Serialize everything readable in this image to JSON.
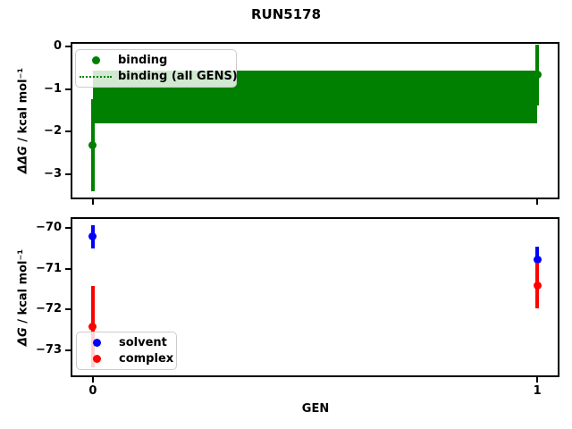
{
  "figure": {
    "title": "RUN5178",
    "xlabel": "GEN",
    "background": "#ffffff"
  },
  "colors": {
    "binding": "#008000",
    "solvent": "#0000ff",
    "complex": "#ff0000",
    "axes": "#000000",
    "legend_border": "#cccccc"
  },
  "chart_data": [
    {
      "type": "scatter",
      "subplot": "top",
      "ylabel_var": "ΔΔG",
      "ylabel_unit": " / kcal mol⁻¹",
      "xlabel": "",
      "xlim": [
        -0.05,
        1.05
      ],
      "ylim": [
        -3.59,
        0.105
      ],
      "yticks": [
        0,
        -1,
        -2,
        -3
      ],
      "ytick_labels": [
        "0",
        "−1",
        "−2",
        "−3"
      ],
      "xticks": [
        0,
        1
      ],
      "xtick_labels": [],
      "grid": false,
      "legend": {
        "position": "upper left",
        "items": [
          {
            "label": "binding",
            "marker": "circle",
            "color": "#008000"
          },
          {
            "label": "binding (all GENS)",
            "marker": "dotted-line",
            "color": "#008000"
          }
        ]
      },
      "series": [
        {
          "name": "binding (all GENS)",
          "type": "band",
          "color": "#008000",
          "x": [
            0,
            1
          ],
          "mean": -1.19,
          "lo": -1.81,
          "hi": -0.57
        },
        {
          "name": "binding",
          "type": "errorbar",
          "color": "#008000",
          "x": [
            0,
            1
          ],
          "y": [
            -2.32,
            -0.67
          ],
          "yerr": [
            1.09,
            0.71
          ]
        }
      ]
    },
    {
      "type": "scatter",
      "subplot": "bottom",
      "ylabel_var": "ΔG",
      "ylabel_unit": " / kcal mol⁻¹",
      "xlabel": "GEN",
      "xlim": [
        -0.05,
        1.05
      ],
      "ylim": [
        -73.65,
        -69.74
      ],
      "yticks": [
        -70,
        -71,
        -72,
        -73
      ],
      "ytick_labels": [
        "−70",
        "−71",
        "−72",
        "−73"
      ],
      "xticks": [
        0,
        1
      ],
      "xtick_labels": [
        "0",
        "1"
      ],
      "grid": false,
      "legend": {
        "position": "lower left",
        "items": [
          {
            "label": "solvent",
            "marker": "circle",
            "color": "#0000ff"
          },
          {
            "label": "complex",
            "marker": "circle",
            "color": "#ff0000"
          }
        ]
      },
      "series": [
        {
          "name": "solvent",
          "type": "errorbar",
          "color": "#0000ff",
          "x": [
            0,
            1
          ],
          "y": [
            -70.22,
            -70.77
          ],
          "yerr": [
            0.29,
            0.3
          ]
        },
        {
          "name": "complex",
          "type": "errorbar",
          "color": "#ff0000",
          "x": [
            0,
            1
          ],
          "y": [
            -72.41,
            -71.41
          ],
          "yerr": [
            0.99,
            0.55
          ]
        }
      ]
    }
  ]
}
